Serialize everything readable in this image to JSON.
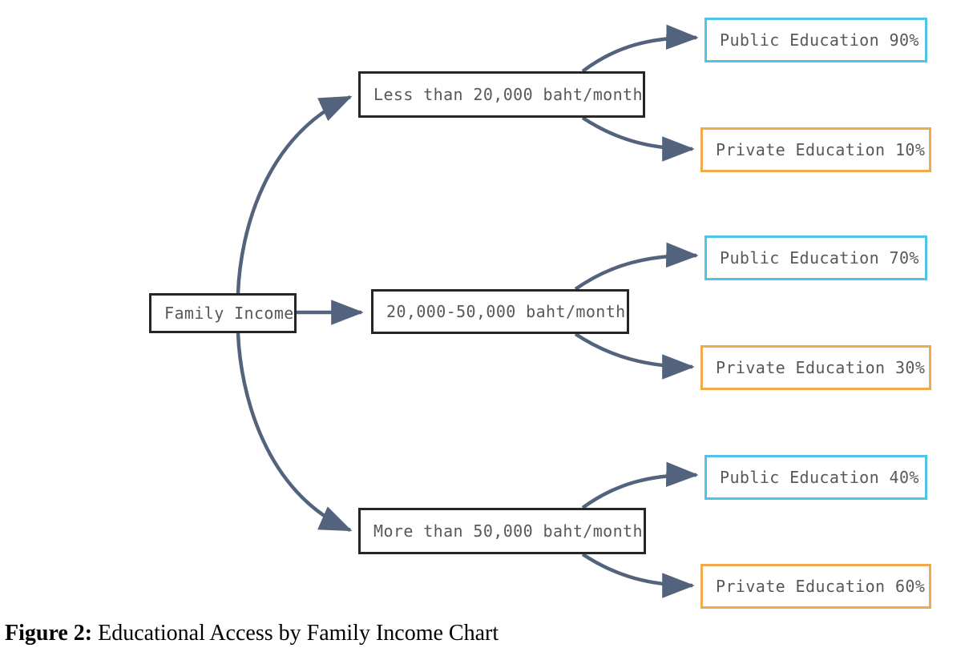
{
  "figure": {
    "label": "Figure 2:",
    "title": "Educational Access by Family Income Chart"
  },
  "colors": {
    "edge": "#54637D",
    "node_border_dark": "#262626",
    "node_border_public": "#4FC3E8",
    "node_border_private": "#EFAA4D",
    "node_text": "#58585A",
    "background": "#FFFFFF"
  },
  "chart_data": {
    "type": "diagram",
    "diagram_type": "flowchart",
    "direction": "left-to-right",
    "title": "Educational Access by Family Income Chart",
    "root": "Family Income",
    "nodes": [
      {
        "id": "root",
        "label": "Family Income",
        "level": 0,
        "style": "dark"
      },
      {
        "id": "income-low",
        "label": "Less than 20,000 baht/month",
        "level": 1,
        "style": "dark"
      },
      {
        "id": "income-mid",
        "label": "20,000-50,000 baht/month",
        "level": 1,
        "style": "dark"
      },
      {
        "id": "income-high",
        "label": "More than 50,000 baht/month",
        "level": 1,
        "style": "dark"
      },
      {
        "id": "public-90",
        "label": "Public Education 90%",
        "level": 2,
        "style": "public",
        "value": 90
      },
      {
        "id": "private-10",
        "label": "Private Education 10%",
        "level": 2,
        "style": "private",
        "value": 10
      },
      {
        "id": "public-70",
        "label": "Public Education 70%",
        "level": 2,
        "style": "public",
        "value": 70
      },
      {
        "id": "private-30",
        "label": "Private Education 30%",
        "level": 2,
        "style": "private",
        "value": 30
      },
      {
        "id": "public-40",
        "label": "Public Education 40%",
        "level": 2,
        "style": "public",
        "value": 40
      },
      {
        "id": "private-60",
        "label": "Private Education 60%",
        "level": 2,
        "style": "private",
        "value": 60
      }
    ],
    "edges": [
      {
        "from": "root",
        "to": "income-low"
      },
      {
        "from": "root",
        "to": "income-mid"
      },
      {
        "from": "root",
        "to": "income-high"
      },
      {
        "from": "income-low",
        "to": "public-90"
      },
      {
        "from": "income-low",
        "to": "private-10"
      },
      {
        "from": "income-mid",
        "to": "public-70"
      },
      {
        "from": "income-mid",
        "to": "private-30"
      },
      {
        "from": "income-high",
        "to": "public-40"
      },
      {
        "from": "income-high",
        "to": "private-60"
      }
    ],
    "groups": [
      {
        "income_bracket": "Less than 20,000 baht/month",
        "categories": [
          "Public Education",
          "Private Education"
        ],
        "values": [
          90,
          10
        ]
      },
      {
        "income_bracket": "20,000-50,000 baht/month",
        "categories": [
          "Public Education",
          "Private Education"
        ],
        "values": [
          70,
          30
        ]
      },
      {
        "income_bracket": "More than 50,000 baht/month",
        "categories": [
          "Public Education",
          "Private Education"
        ],
        "values": [
          40,
          60
        ]
      }
    ]
  },
  "nodes": {
    "root": {
      "label": "Family Income"
    },
    "income_low": {
      "label": "Less than 20,000 baht/month"
    },
    "income_mid": {
      "label": "20,000-50,000 baht/month"
    },
    "income_high": {
      "label": "More than 50,000 baht/month"
    },
    "public_90": {
      "label": "Public Education 90%"
    },
    "private_10": {
      "label": "Private Education 10%"
    },
    "public_70": {
      "label": "Public Education 70%"
    },
    "private_30": {
      "label": "Private Education 30%"
    },
    "public_40": {
      "label": "Public Education 40%"
    },
    "private_60": {
      "label": "Private Education 60%"
    }
  }
}
